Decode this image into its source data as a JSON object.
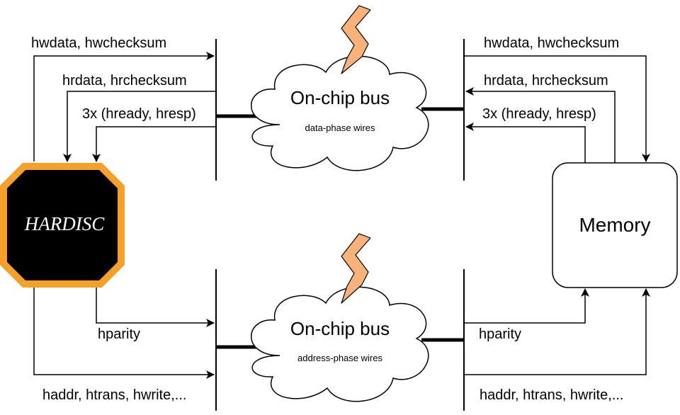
{
  "processor": {
    "label": "HARDISC",
    "fill": "#000000",
    "border_color": "#f5a02a"
  },
  "memory": {
    "label": "Memory"
  },
  "buses": {
    "data_phase": {
      "title": "On-chip bus",
      "subtitle": "data-phase wires"
    },
    "address_phase": {
      "title": "On-chip bus",
      "subtitle": "address-phase wires"
    }
  },
  "signals": {
    "left": {
      "write_data": "hwdata, hwchecksum",
      "read_data": "hrdata, hrchecksum",
      "response": "3x (hready, hresp)",
      "parity": "hparity",
      "address": "haddr, htrans, hwrite,..."
    },
    "right": {
      "write_data": "hwdata, hwchecksum",
      "read_data": "hrdata, hrchecksum",
      "response": "3x (hready, hresp)",
      "parity": "hparity",
      "address": "haddr, htrans, hwrite,..."
    }
  },
  "colors": {
    "lightning_fill": "#f9b37a",
    "lightning_stroke": "#000000",
    "line": "#000000"
  },
  "icons": {
    "fault_injection": "lightning-bolt-icon"
  }
}
